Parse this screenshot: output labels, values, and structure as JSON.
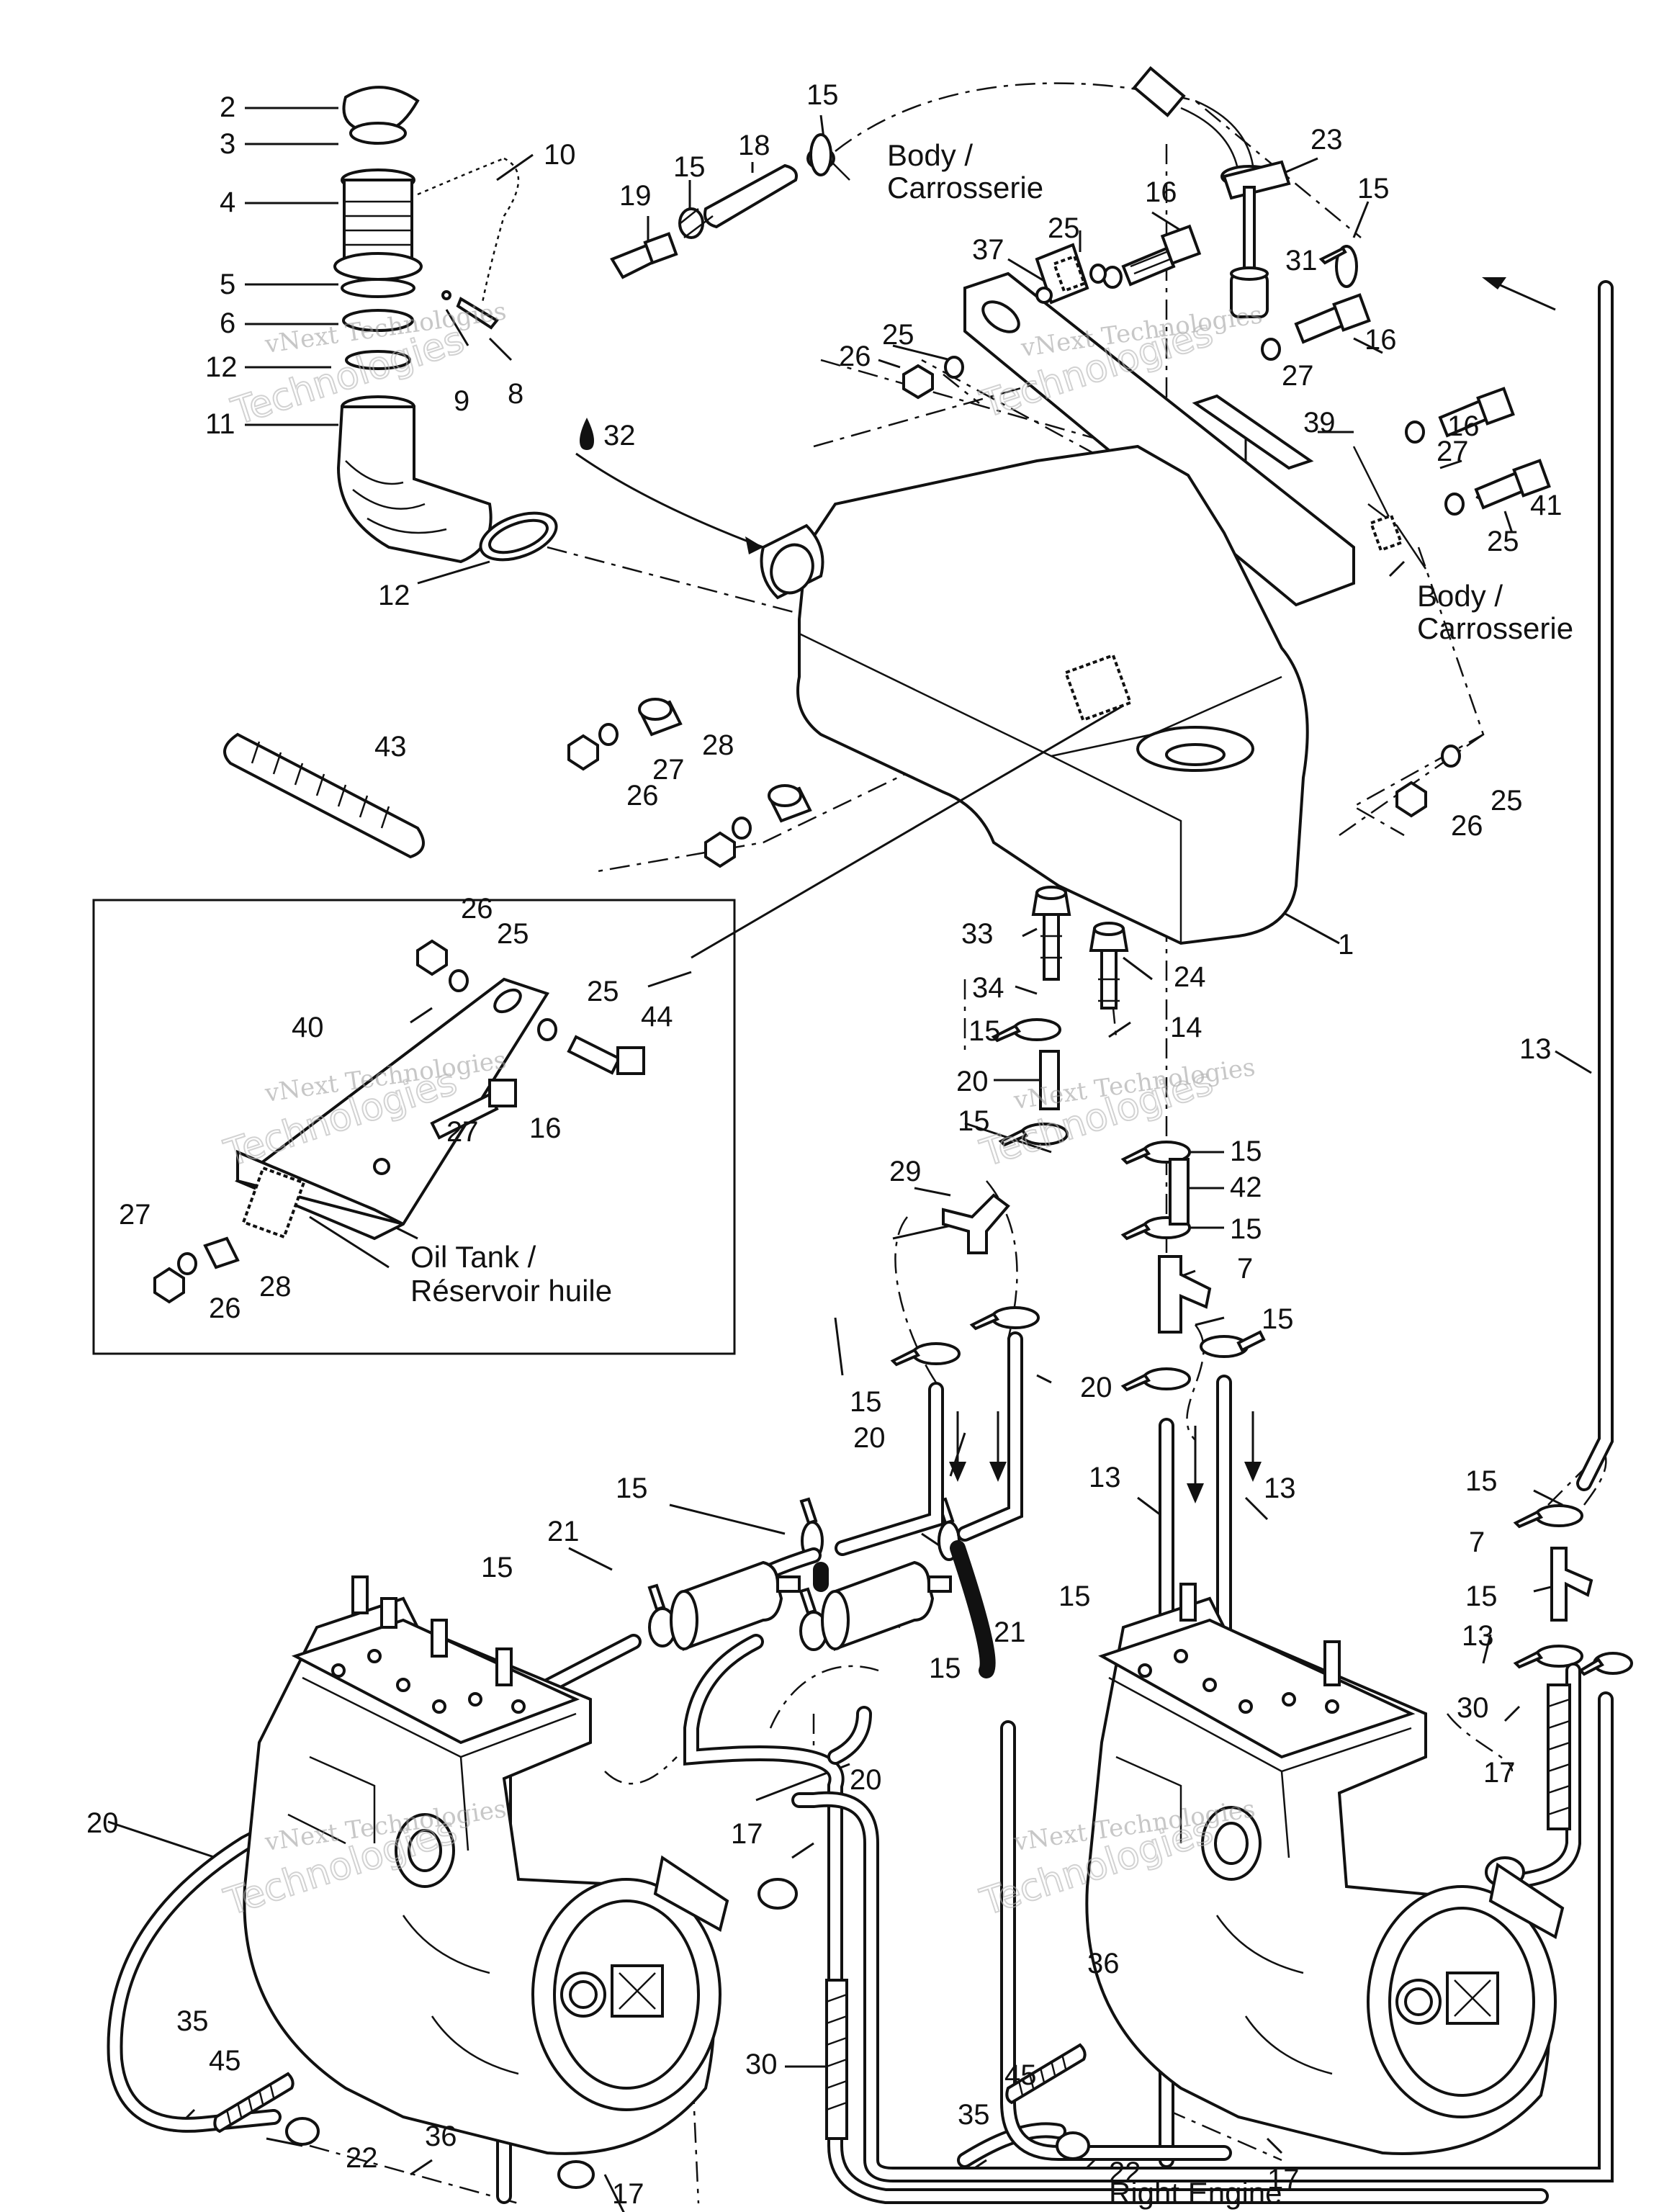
{
  "part_labels": [
    {
      "id": "p2a",
      "text": "2"
    },
    {
      "id": "p3a",
      "text": "3"
    },
    {
      "id": "p4a",
      "text": "4"
    },
    {
      "id": "p5a",
      "text": "5"
    },
    {
      "id": "p6a",
      "text": "6"
    },
    {
      "id": "p12a",
      "text": "12"
    },
    {
      "id": "p11a",
      "text": "11"
    },
    {
      "id": "p10a",
      "text": "10"
    },
    {
      "id": "p9a",
      "text": "9"
    },
    {
      "id": "p8a",
      "text": "8"
    },
    {
      "id": "p12b",
      "text": "12"
    },
    {
      "id": "p15a",
      "text": "15"
    },
    {
      "id": "p15b",
      "text": "15"
    },
    {
      "id": "p18a",
      "text": "18"
    },
    {
      "id": "p19a",
      "text": "19"
    },
    {
      "id": "p16a",
      "text": "16"
    },
    {
      "id": "p23a",
      "text": "23"
    },
    {
      "id": "p15c",
      "text": "15"
    },
    {
      "id": "p31a",
      "text": "31"
    },
    {
      "id": "p25a",
      "text": "25"
    },
    {
      "id": "p37a",
      "text": "37"
    },
    {
      "id": "p16b",
      "text": "16"
    },
    {
      "id": "p27a",
      "text": "27"
    },
    {
      "id": "p25b",
      "text": "25"
    },
    {
      "id": "p26a",
      "text": "26"
    },
    {
      "id": "p16c",
      "text": "16"
    },
    {
      "id": "p39a",
      "text": "39"
    },
    {
      "id": "p27b",
      "text": "27"
    },
    {
      "id": "p41a",
      "text": "41"
    },
    {
      "id": "p25c",
      "text": "25"
    },
    {
      "id": "p32a",
      "text": "32"
    },
    {
      "id": "p43a",
      "text": "43"
    },
    {
      "id": "p28a",
      "text": "28"
    },
    {
      "id": "p27c",
      "text": "27"
    },
    {
      "id": "p26b",
      "text": "26"
    },
    {
      "id": "p25d",
      "text": "25"
    },
    {
      "id": "p26c",
      "text": "26"
    },
    {
      "id": "p1a",
      "text": "1"
    },
    {
      "id": "p33a",
      "text": "33"
    },
    {
      "id": "p24a",
      "text": "24"
    },
    {
      "id": "p34a",
      "text": "34"
    },
    {
      "id": "p14a",
      "text": "14"
    },
    {
      "id": "p15d",
      "text": "15"
    },
    {
      "id": "p20a",
      "text": "20"
    },
    {
      "id": "p15e",
      "text": "15"
    },
    {
      "id": "p15f",
      "text": "15"
    },
    {
      "id": "p42a",
      "text": "42"
    },
    {
      "id": "p29a",
      "text": "29"
    },
    {
      "id": "p15g",
      "text": "15"
    },
    {
      "id": "p7a",
      "text": "7"
    },
    {
      "id": "p15h",
      "text": "15"
    },
    {
      "id": "p13a",
      "text": "13"
    },
    {
      "id": "p26d",
      "text": "26"
    },
    {
      "id": "p25e",
      "text": "25"
    },
    {
      "id": "p25f",
      "text": "25"
    },
    {
      "id": "p40a",
      "text": "40"
    },
    {
      "id": "p44a",
      "text": "44"
    },
    {
      "id": "p16d",
      "text": "16"
    },
    {
      "id": "p27d",
      "text": "27"
    },
    {
      "id": "p27e",
      "text": "27"
    },
    {
      "id": "p28b",
      "text": "28"
    },
    {
      "id": "p26e",
      "text": "26"
    },
    {
      "id": "p15i",
      "text": "15"
    },
    {
      "id": "p20b",
      "text": "20"
    },
    {
      "id": "p20c",
      "text": "20"
    },
    {
      "id": "p13b",
      "text": "13"
    },
    {
      "id": "p13c",
      "text": "13"
    },
    {
      "id": "p15j",
      "text": "15"
    },
    {
      "id": "p21a",
      "text": "21"
    },
    {
      "id": "p15k",
      "text": "15"
    },
    {
      "id": "p15l",
      "text": "15"
    },
    {
      "id": "p21b",
      "text": "21"
    },
    {
      "id": "p15m",
      "text": "15"
    },
    {
      "id": "p15n",
      "text": "15"
    },
    {
      "id": "p7b",
      "text": "7"
    },
    {
      "id": "p15o",
      "text": "15"
    },
    {
      "id": "p13d",
      "text": "13"
    },
    {
      "id": "p30a",
      "text": "30"
    },
    {
      "id": "p17a",
      "text": "17"
    },
    {
      "id": "p20d",
      "text": "20"
    },
    {
      "id": "p20e",
      "text": "20"
    },
    {
      "id": "p17b",
      "text": "17"
    },
    {
      "id": "p36a",
      "text": "36"
    },
    {
      "id": "p30b",
      "text": "30"
    },
    {
      "id": "p45a",
      "text": "45"
    },
    {
      "id": "p35a",
      "text": "35"
    },
    {
      "id": "p22a",
      "text": "22"
    },
    {
      "id": "p17c",
      "text": "17"
    },
    {
      "id": "p35b",
      "text": "35"
    },
    {
      "id": "p45b",
      "text": "45"
    },
    {
      "id": "p22b",
      "text": "22"
    },
    {
      "id": "p36b",
      "text": "36"
    },
    {
      "id": "p17d",
      "text": "17"
    }
  ],
  "callouts": {
    "body_top": [
      "Body /",
      "Carrosserie"
    ],
    "body_right": [
      "Body /",
      "Carrosserie"
    ],
    "oil_tank": [
      "Oil Tank /",
      "Réservoir huile"
    ],
    "right_engine": "Right Engine"
  },
  "watermarks": {
    "brand": "vNext Technologies",
    "line1": "vNext",
    "line2": "Technologies"
  }
}
